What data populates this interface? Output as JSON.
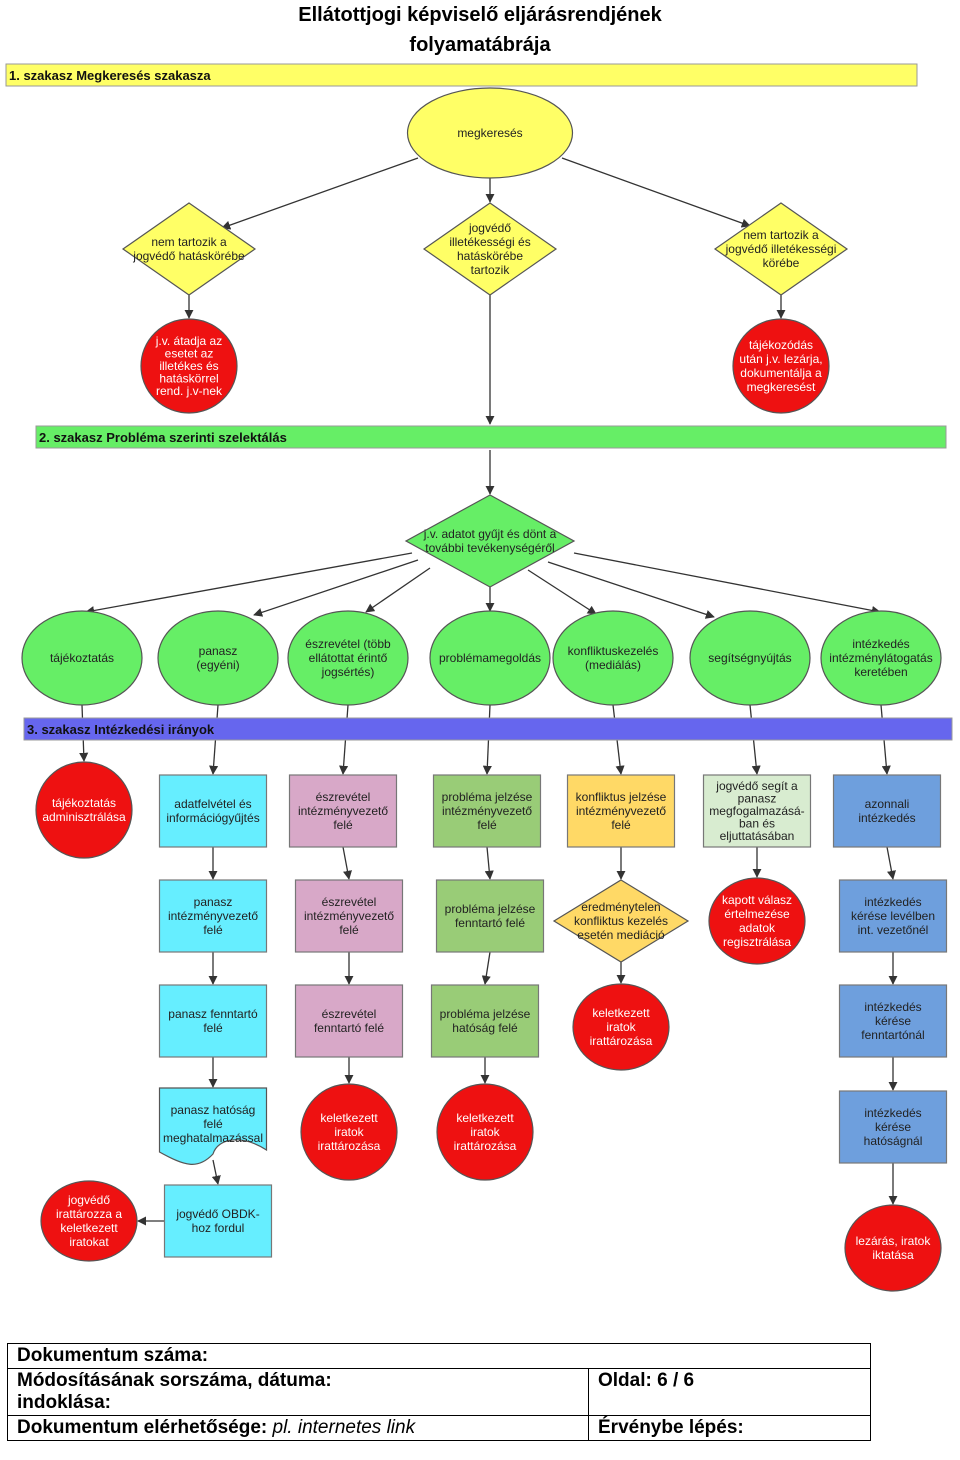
{
  "title": {
    "line1": "Ellátottjogi képviselő eljárásrendjének",
    "line2": "folyamatábrája"
  },
  "stages": {
    "s1": {
      "label": "1. szakasz Megkeresés szakasza",
      "color": "#ffff66"
    },
    "s2": {
      "label": "2. szakasz Probléma szerinti szelektálás",
      "color": "#66ee66"
    },
    "s3": {
      "label": "3. szakasz Intézkedési irányok",
      "color": "#6666ee"
    }
  },
  "colors": {
    "yellow": "#ffff66",
    "green": "#66ee66",
    "red": "#ee1111",
    "cyan": "#66eeff",
    "pink": "#d8a8c8",
    "olive": "#99cc77",
    "orange": "#ffd966",
    "lightgreen": "#d8ecd0",
    "blue": "#6e9fdd"
  },
  "nodes": {
    "megkereses": {
      "shape": "ellipse",
      "lines": [
        "megkeresés"
      ]
    },
    "d_nem_tartozik_left": {
      "shape": "diamond",
      "lines": [
        "nem tartozik a",
        "jogvédő hatáskörébe"
      ]
    },
    "d_tartozik": {
      "shape": "diamond",
      "lines": [
        "jogvédő",
        "illetékességi és",
        "hatáskörébe",
        "tartozik"
      ]
    },
    "d_nem_tartozik_right": {
      "shape": "diamond",
      "lines": [
        "nem tartozik a",
        "jogvédő illetékességi",
        "körébe"
      ]
    },
    "r_atadja": {
      "shape": "circle",
      "lines": [
        "j.v. átadja az",
        "esetet az",
        "illetékes és",
        "hatáskörrel",
        "rend. j.v-nek"
      ]
    },
    "r_tajekozodas": {
      "shape": "circle",
      "lines": [
        "tájékozódás",
        "után j.v. lezárja,",
        "dokumentálja a",
        "megkeresést"
      ]
    },
    "d_adatot": {
      "shape": "diamond",
      "lines": [
        "j.v. adatot gyűjt és dönt a",
        "további tevékenységéről"
      ]
    },
    "g_tajekoztatas": {
      "shape": "circle",
      "lines": [
        "tájékoztatás"
      ]
    },
    "g_panasz": {
      "shape": "circle",
      "lines": [
        "panasz",
        "(egyéni)"
      ]
    },
    "g_eszrevetel": {
      "shape": "circle",
      "lines": [
        "észrevétel (több",
        "ellátottat érintő",
        "jogsértés)"
      ]
    },
    "g_problemamegoldas": {
      "shape": "circle",
      "lines": [
        "problémamegoldás"
      ]
    },
    "g_konfliktus": {
      "shape": "circle",
      "lines": [
        "konfliktuskezelés",
        "(mediálás)"
      ]
    },
    "g_segitseg": {
      "shape": "circle",
      "lines": [
        "segítségnyújtás"
      ]
    },
    "g_intezkedes": {
      "shape": "circle",
      "lines": [
        "intézkedés",
        "intézménylátogatás",
        "keretében"
      ]
    },
    "c1_r1": {
      "shape": "circle",
      "lines": [
        "tájékoztatás",
        "adminisztrálása"
      ]
    },
    "c2_r1": {
      "shape": "rect",
      "lines": [
        "adatfelvétel és",
        "információgyűjtés"
      ]
    },
    "c2_r2": {
      "shape": "rect",
      "lines": [
        "panasz",
        "intézményvezető",
        "felé"
      ]
    },
    "c2_r3": {
      "shape": "rect",
      "lines": [
        "panasz fenntartó",
        "felé"
      ]
    },
    "c2_r4": {
      "shape": "wave",
      "lines": [
        "panasz hatóság",
        "felé",
        "meghatalmazással"
      ]
    },
    "c2_r5": {
      "shape": "rect",
      "lines": [
        "jogvédő OBDK-",
        "hoz fordul"
      ]
    },
    "c2_r6": {
      "shape": "circle",
      "lines": [
        "jogvédő",
        "irattározza a",
        "keletkezett",
        "iratokat"
      ]
    },
    "c3_r1": {
      "shape": "rect",
      "lines": [
        "észrevétel",
        "intézményvezető",
        "felé"
      ]
    },
    "c3_r2": {
      "shape": "rect",
      "lines": [
        "észrevétel",
        "intézményvezető",
        "felé"
      ]
    },
    "c3_r3": {
      "shape": "rect",
      "lines": [
        "észrevétel",
        "fenntartó felé"
      ]
    },
    "c3_r4": {
      "shape": "circle",
      "lines": [
        "keletkezett",
        "iratok",
        "irattározása"
      ]
    },
    "c4_r1": {
      "shape": "rect",
      "lines": [
        "probléma jelzése",
        "intézményvezető",
        "felé"
      ]
    },
    "c4_r2": {
      "shape": "rect",
      "lines": [
        "probléma jelzése",
        "fenntartó felé"
      ]
    },
    "c4_r3": {
      "shape": "rect",
      "lines": [
        "probléma jelzése",
        "hatóság felé"
      ]
    },
    "c4_r4": {
      "shape": "circle",
      "lines": [
        "keletkezett",
        "iratok",
        "irattározása"
      ]
    },
    "c5_r1": {
      "shape": "rect",
      "lines": [
        "konfliktus jelzése",
        "intézményvezető",
        "felé"
      ]
    },
    "c5_r2": {
      "shape": "diamond",
      "lines": [
        "eredménytelen",
        "konfliktus kezelés",
        "esetén mediáció"
      ]
    },
    "c5_r3": {
      "shape": "circle",
      "lines": [
        "keletkezett",
        "iratok",
        "irattározása"
      ]
    },
    "c6_r1": {
      "shape": "rect",
      "lines": [
        "jogvédő segít a",
        "panasz",
        "megfogalmazásá-",
        "ban és",
        "eljuttatásában"
      ]
    },
    "c6_r2": {
      "shape": "circle",
      "lines": [
        "kapott válasz",
        "értelmezése",
        "adatok",
        "regisztrálása"
      ]
    },
    "c7_r1": {
      "shape": "rect",
      "lines": [
        "azonnali",
        "intézkedés"
      ]
    },
    "c7_r2": {
      "shape": "rect",
      "lines": [
        "intézkedés",
        "kérése levélben",
        "int. vezetőnél"
      ]
    },
    "c7_r3": {
      "shape": "rect",
      "lines": [
        "intézkedés",
        "kérése",
        "fenntartónál"
      ]
    },
    "c7_r4": {
      "shape": "rect",
      "lines": [
        "intézkedés",
        "kérése",
        "hatóságnál"
      ]
    },
    "c7_r5": {
      "shape": "circle",
      "lines": [
        "lezárás, iratok",
        "iktatása"
      ]
    }
  },
  "footer": {
    "doc_number": "Dokumentum száma:",
    "modification": "Módosításának sorszáma, dátuma:",
    "page": "Oldal: 6 / 6",
    "justification": "indoklása:",
    "availability_label": "Dokumentum elérhetősége:",
    "availability_value": "pl. internetes link",
    "effective": "Érvénybe lépés:"
  }
}
